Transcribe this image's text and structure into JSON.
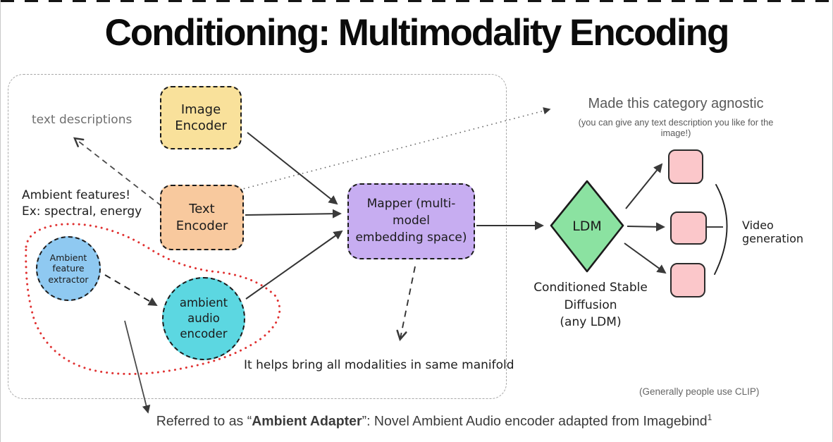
{
  "title": "Conditioning: Multimodality Encoding",
  "nodes": {
    "image_encoder": "Image\nEncoder",
    "text_encoder": "Text\nEncoder",
    "mapper": "Mapper (multi-model\nembedding space)",
    "feature_extractor": "Ambient\nfeature\nextractor",
    "audio_encoder": "ambient\naudio\nencoder",
    "ldm": "LDM"
  },
  "notes": {
    "text_descriptions": "text descriptions",
    "ambient_features": "Ambient features!\nEx: spectral, energy",
    "agnostic_title": "Made this category agnostic",
    "agnostic_sub": "(you can give any text description you like for the image!)",
    "manifold": "It helps bring all modalities in same manifold",
    "conditioned": "Conditioned Stable Diffusion\n(any LDM)",
    "video_generation": "Video generation",
    "clip": "(Generally people use CLIP)"
  },
  "footer": {
    "prefix": "Referred to as “",
    "bold": "Ambient Adapter",
    "suffix": "”: Novel Ambient Audio encoder adapted from Imagebind",
    "superscript": "1"
  },
  "colors": {
    "image_encoder_fill": "#f9e19b",
    "text_encoder_fill": "#f8c99e",
    "mapper_fill": "#c7adf1",
    "ldm_fill": "#8be2a1",
    "frame_fill": "#fbc7ca",
    "feature_extractor_fill": "#8fc9f1",
    "audio_encoder_fill": "#5cd7e1",
    "ambient_region_outline": "#e03131",
    "stroke": "#2e2e2e",
    "container_dash": "#a9a9a9"
  },
  "edges": [
    {
      "from": "image-encoder",
      "to": "mapper",
      "style": "solid-arrow"
    },
    {
      "from": "text-encoder",
      "to": "mapper",
      "style": "solid-arrow"
    },
    {
      "from": "ambient-audio-encoder",
      "to": "mapper",
      "style": "solid-arrow"
    },
    {
      "from": "text-encoder",
      "to": "text-descriptions-label",
      "style": "dashed-arrow"
    },
    {
      "from": "ambient-feature-extractor",
      "to": "ambient-audio-encoder",
      "style": "dashed-arrow"
    },
    {
      "from": "text-encoder",
      "to": "agnostic-note",
      "style": "dotted-arrow"
    },
    {
      "from": "mapper",
      "to": "manifold-note",
      "style": "dashed-arrow"
    },
    {
      "from": "mapper",
      "to": "ldm",
      "style": "solid-arrow"
    },
    {
      "from": "ldm",
      "to": "frame-1",
      "style": "solid-arrow"
    },
    {
      "from": "ldm",
      "to": "frame-2",
      "style": "solid-arrow"
    },
    {
      "from": "ldm",
      "to": "frame-3",
      "style": "solid-arrow"
    },
    {
      "from": "frames",
      "to": "video-generation",
      "style": "bracket"
    },
    {
      "from": "ambient-region",
      "to": "footnote",
      "style": "solid-arrow"
    }
  ]
}
